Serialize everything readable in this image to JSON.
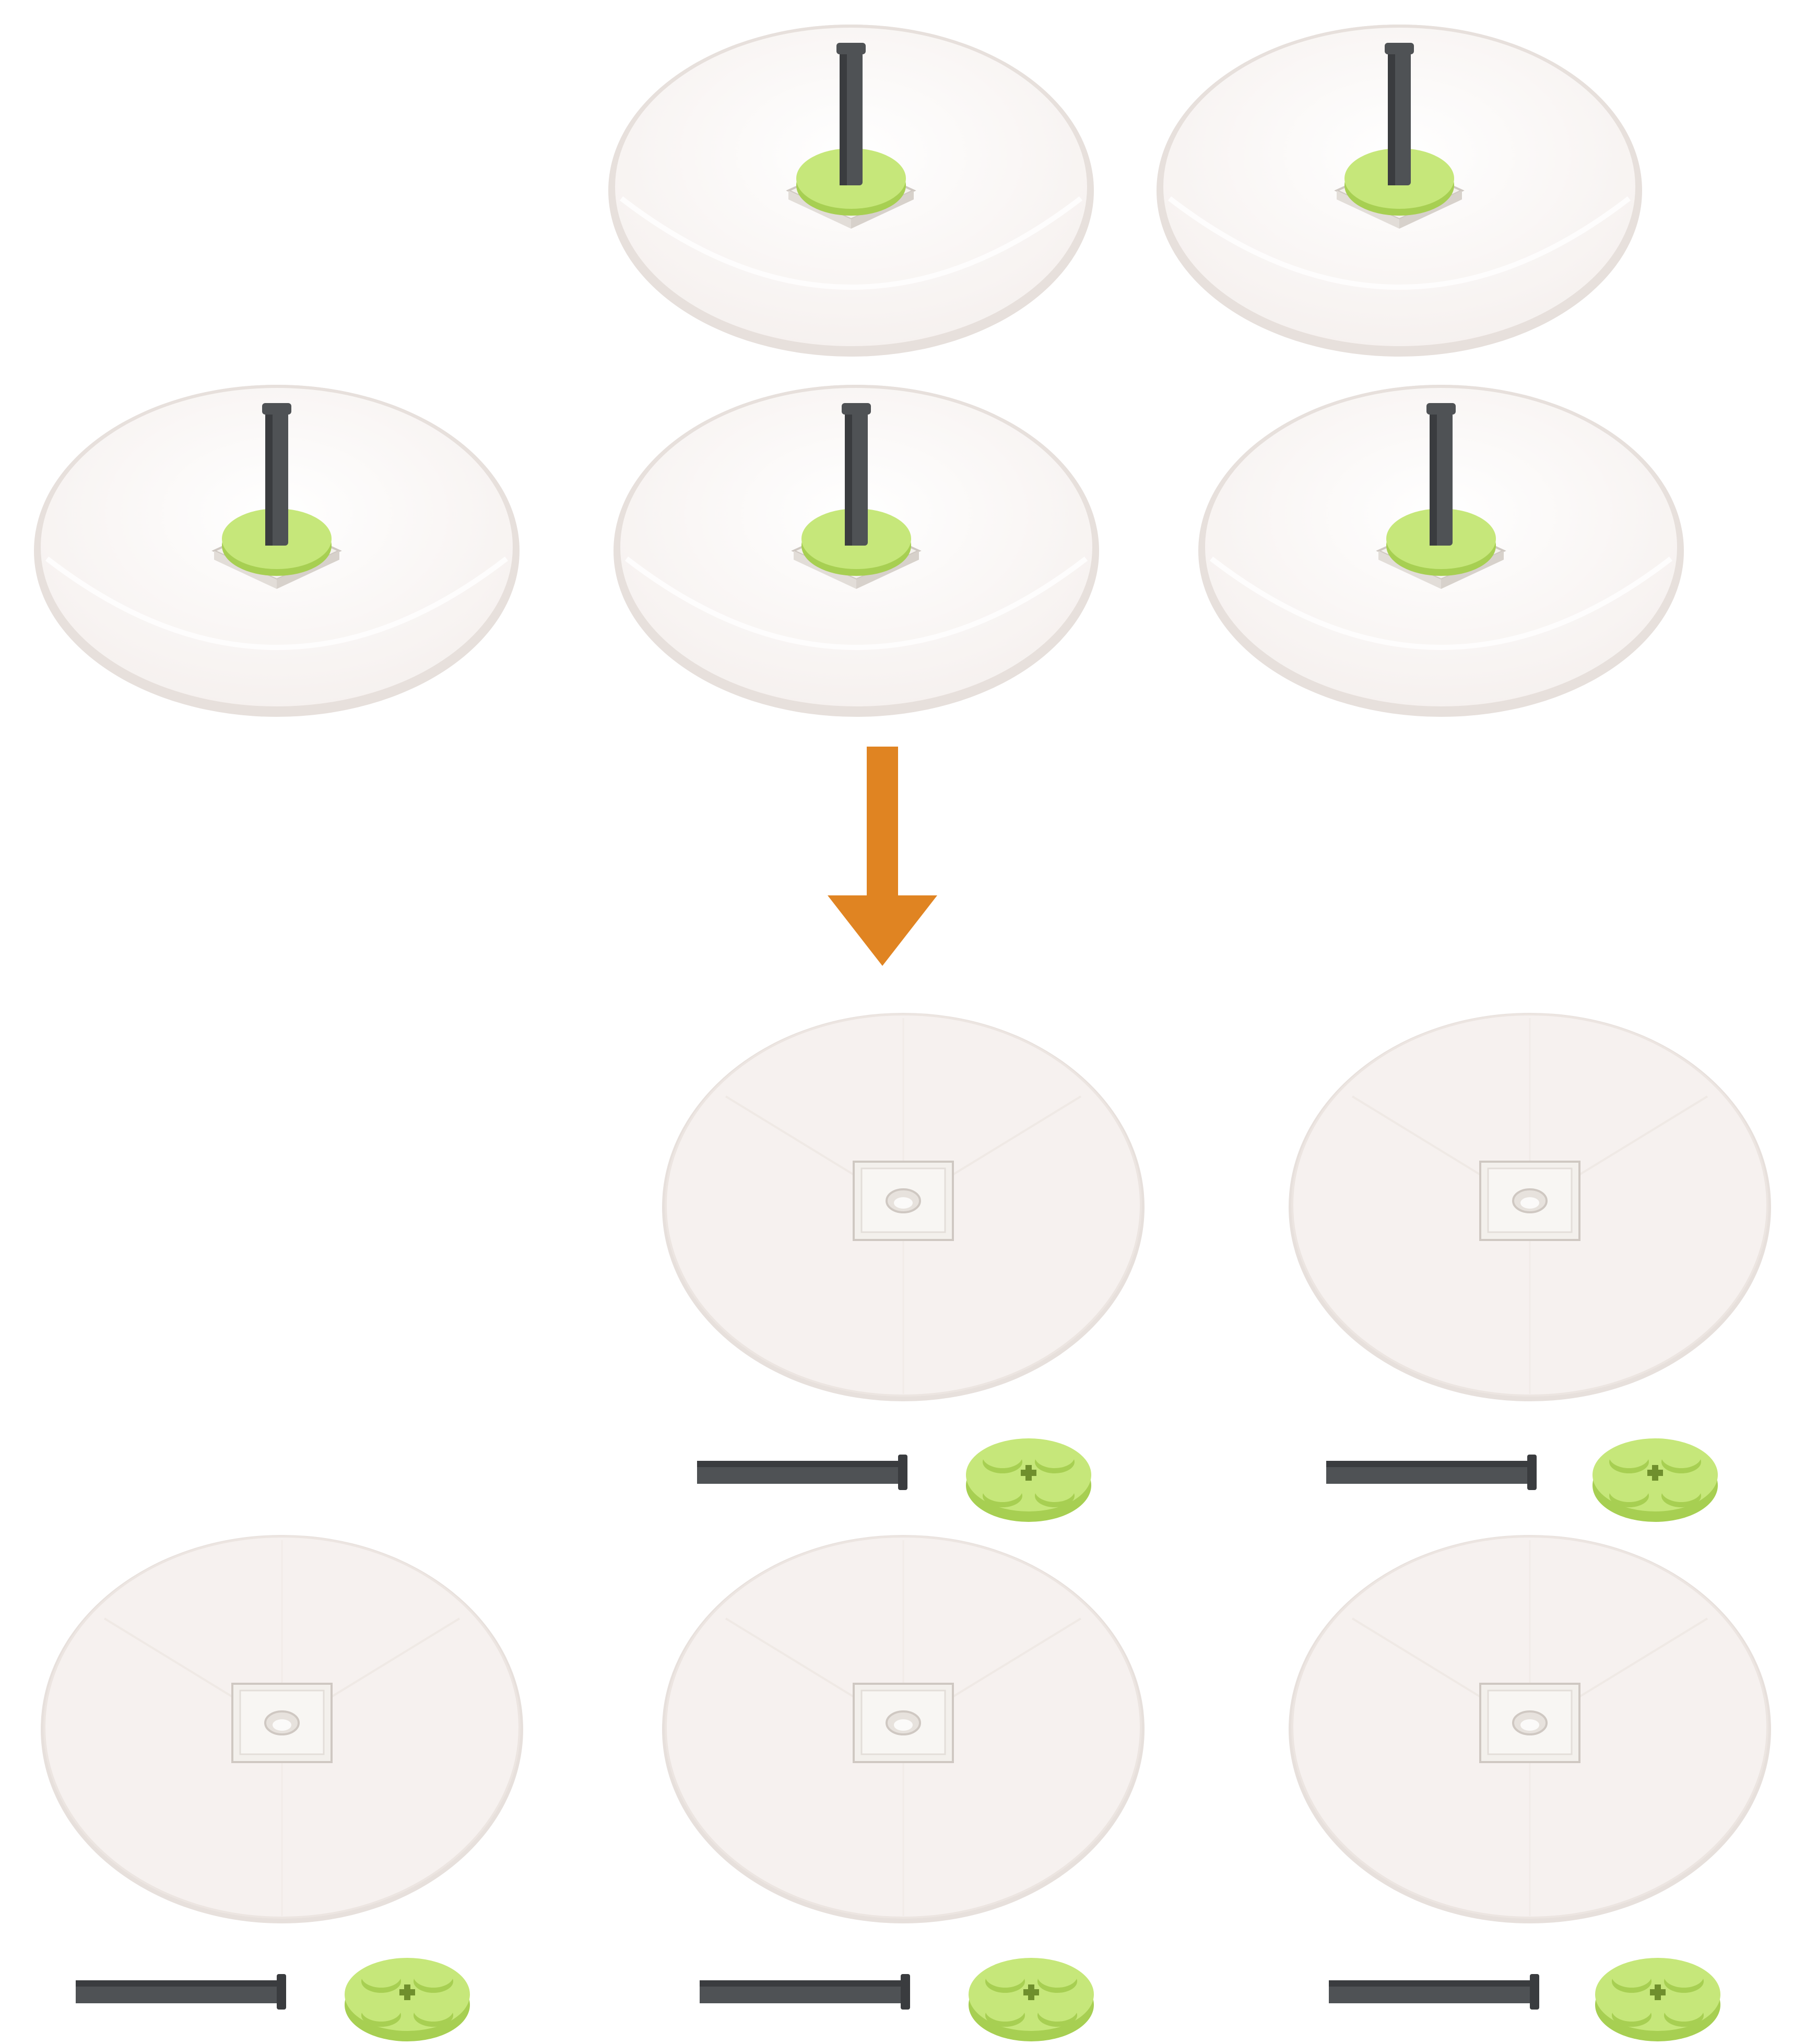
{
  "illustration": {
    "kind": "building-instruction-step",
    "colors": {
      "background": "#ffffff",
      "disk_fill": "#f6f1ef",
      "disk_edge": "#e7e0dc",
      "tile": "#f3f0ec",
      "tile_edge": "#cfc8c2",
      "axle": "#4f5255",
      "axle_dark": "#3a3c3f",
      "round_plate": "#c6e77a",
      "round_plate_dark": "#a7cf52",
      "arrow": "#e08422"
    },
    "top_group": {
      "assembled_count": 5,
      "parts_per_assembly": [
        "transparent-dish",
        "tile-with-hole",
        "round-plate",
        "axle"
      ]
    },
    "bottom_group": {
      "disassembled_count": 5,
      "loose_parts": [
        "axle",
        "round-plate"
      ]
    },
    "arrow": {
      "direction": "down",
      "icon": "down-arrow-icon"
    }
  }
}
